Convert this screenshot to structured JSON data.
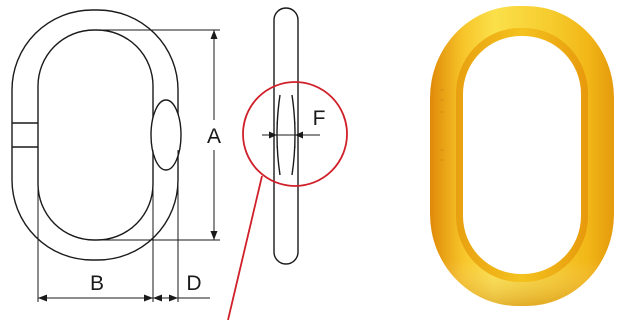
{
  "diagram": {
    "labels": {
      "a": "A",
      "b": "B",
      "d": "D",
      "f": "F"
    },
    "colors": {
      "line": "#1a1a1a",
      "callout": "#d0202a",
      "link_highlight": "#fbe04a",
      "link_mid": "#f2b818",
      "link_shadow": "#e08a08"
    }
  }
}
